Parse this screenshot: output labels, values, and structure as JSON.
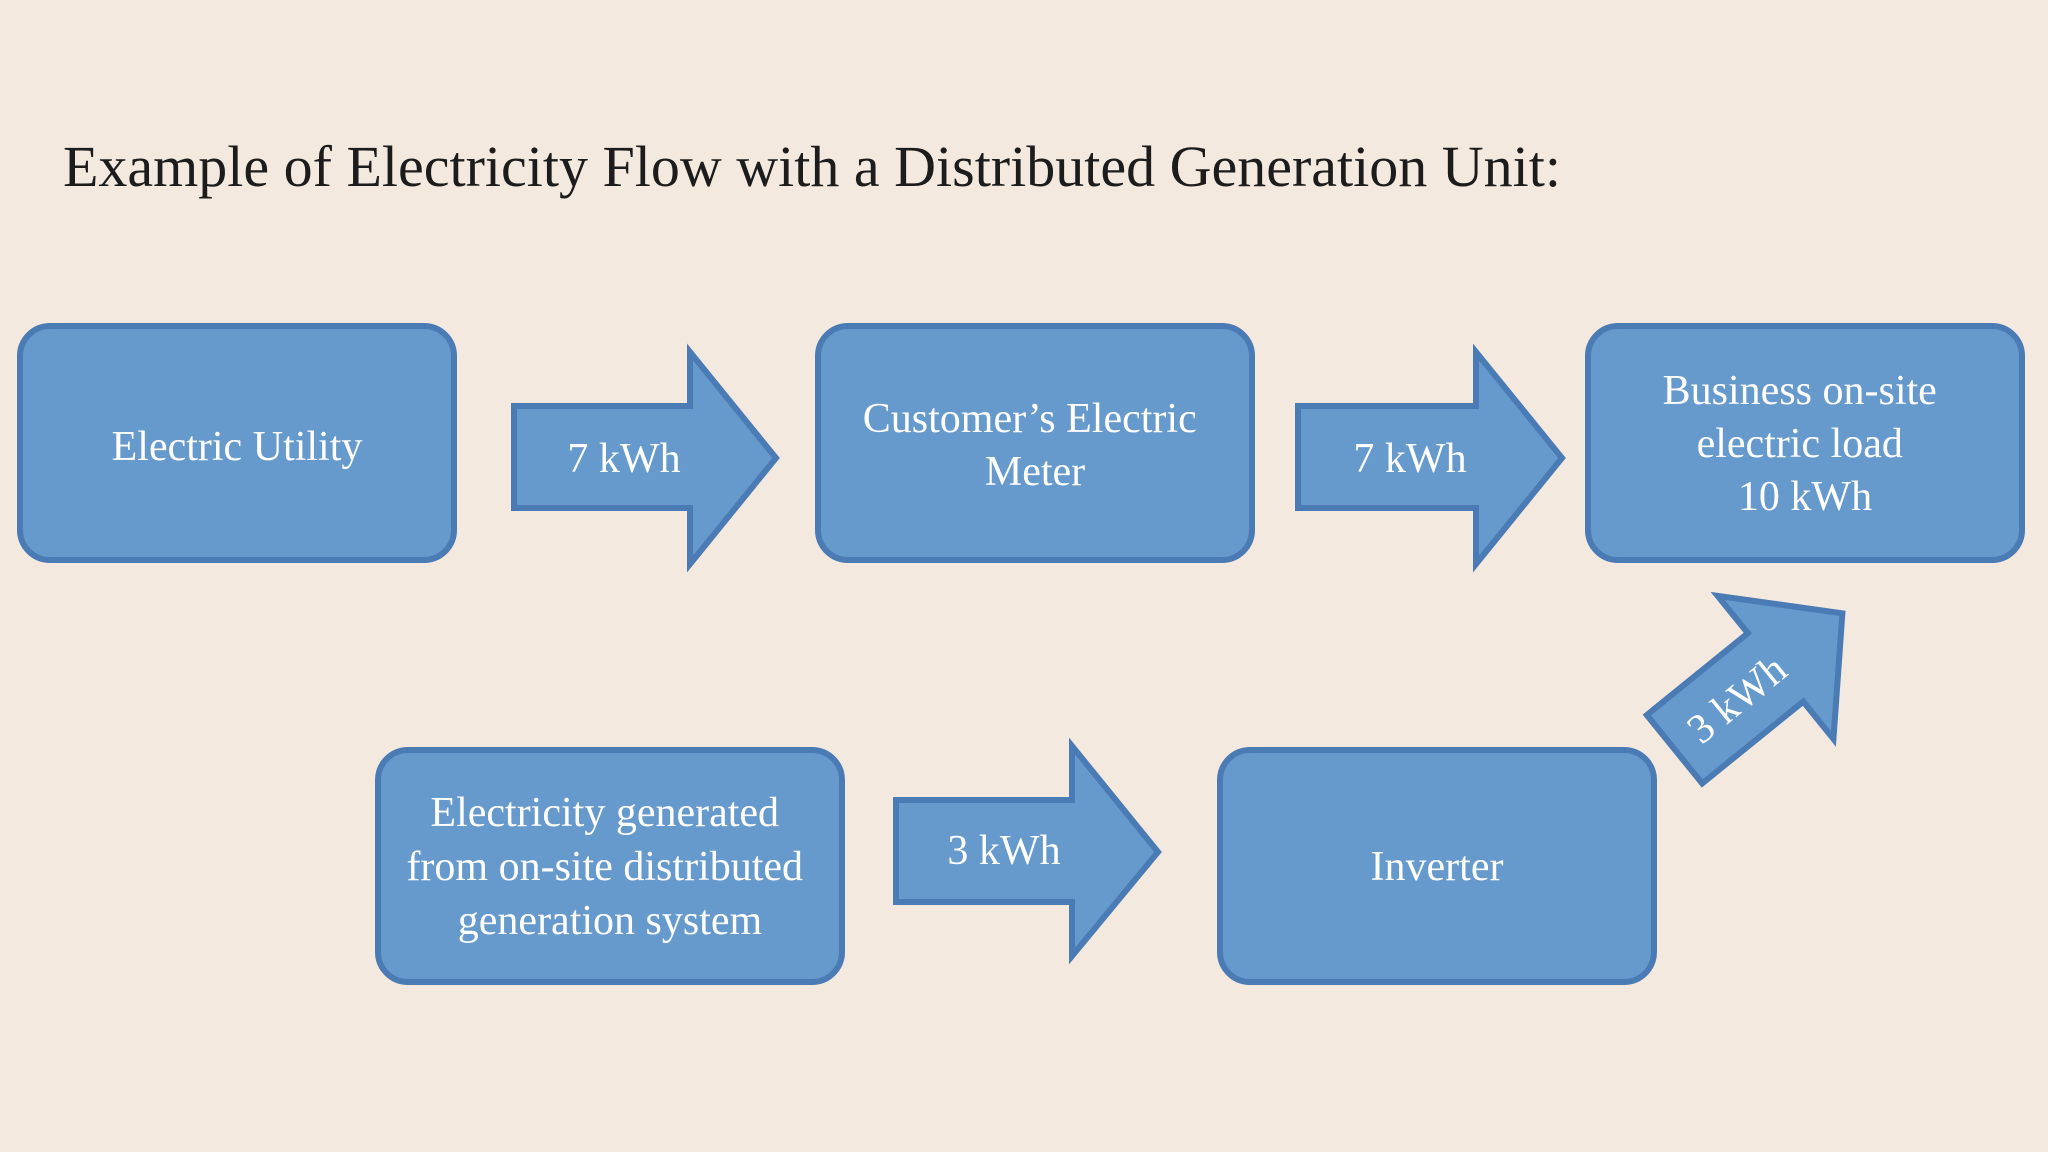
{
  "title": "Example of Electricity Flow with a Distributed Generation Unit:",
  "colors": {
    "background": "#f4e9df",
    "box_fill": "#6699cc",
    "box_stroke": "#4a7bb5",
    "label_text": "#ffffff",
    "title_text": "#1c1c1c"
  },
  "nodes": {
    "electric_utility": {
      "lines": [
        "Electric Utility"
      ]
    },
    "customer_meter": {
      "lines": [
        "Customer’s Electric",
        "Meter"
      ]
    },
    "business_load": {
      "lines": [
        "Business on-site",
        "electric load",
        "10 kWh"
      ]
    },
    "dg_source": {
      "lines": [
        "Electricity generated",
        "from on-site distributed",
        "generation system"
      ]
    },
    "inverter": {
      "lines": [
        "Inverter"
      ]
    }
  },
  "flows": {
    "utility_to_meter": "7 kWh",
    "meter_to_load": "7 kWh",
    "dg_to_inverter": "3 kWh",
    "inverter_to_load": "3 kWh"
  }
}
